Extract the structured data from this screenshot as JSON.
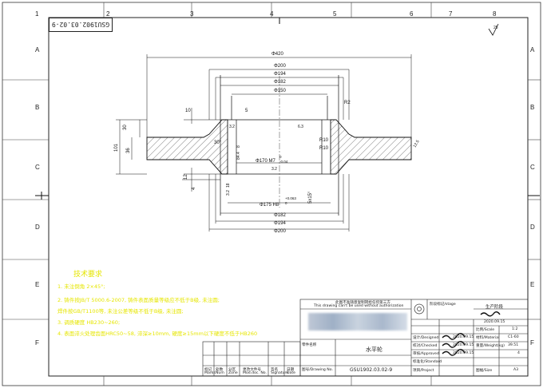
{
  "frame": {
    "col_numbers": [
      "1",
      "2",
      "3",
      "4",
      "5",
      "6",
      "7",
      "8"
    ],
    "row_letters": [
      "A",
      "B",
      "C",
      "D",
      "E",
      "F"
    ]
  },
  "drawing_code_box": "GSU1902.03.02-9",
  "dimensions": {
    "d420": "Φ420",
    "d200_top": "Φ200",
    "d194_top": "Φ194",
    "d182_top": "Φ182",
    "d150": "Φ150",
    "d170": "Φ170 M7",
    "d170_tol_up": "0",
    "d170_tol_low": "-0.04",
    "d175": "Φ175 H8",
    "d175_tol_up": "+0.063",
    "d175_tol_low": "0",
    "d182_bot": "Φ182",
    "d194_bot": "Φ194",
    "d200_bot": "Φ200",
    "v10": "10",
    "v5": "5",
    "v30": "30",
    "v36": "36",
    "v101": "101",
    "v12": "12",
    "v4": "4",
    "r2": "R2",
    "r10a": "R10",
    "r10b": "R10",
    "chamfer": "5x15°",
    "ang30": "30°",
    "ra63a": "6.3",
    "ra32a": "3.2",
    "ra32b": "3.2",
    "ra125": "12.5",
    "v8": "8",
    "v84": "84.4",
    "v3": "3.2",
    "v18": "18"
  },
  "tech_requirements": {
    "title": "技术要求",
    "items": [
      "1. 未注倒角 2×45°;",
      "2. 铸件按JB/T 5000.6-2007, 铸件表面质量等级应不低于B级, 未注圆;",
      "   焊件按GB/T1100等, 未注公差等级不低于B级, 未注圆;",
      "3. 调质硬度 HB230~260;",
      "4. 表面淬火处理齿面HRC50~58, 淬深≥10mm, 硬度≥15mm以下硬度不低于HB260"
    ]
  },
  "title_block": {
    "notice_cn": "此图不准随意复制转给任何第三方",
    "notice_en": "This drawing can't be used without authorization",
    "stage_label": "生产阶段",
    "stage_sub": "阶段标记/stage",
    "scale_label": "比例/Scale",
    "scale_value": "1:2",
    "material_label": "材料/Material",
    "material_value": "C1-60",
    "weight_label": "重量/Weight(kg)",
    "weight_value": "39.51",
    "quantity_value": "4",
    "sheet_label": "图幅/Size",
    "sheet_value": "A3",
    "date1": "2020.09.15",
    "date2": "2020.09.15",
    "date3": "2020.09.15",
    "date4": "2020.09.15",
    "part_name_label": "零件名称",
    "part_name": "水平轮",
    "drawing_no_label": "图号/Drawing No.",
    "drawing_no": "GSU1902.03.02-9",
    "project_label": "项目/Project",
    "designer_label": "设计/Designed",
    "checker_label": "校对/Checked",
    "approver_label": "审核/Approved",
    "standard_label": "标准化/Standard",
    "rev_headers": [
      "标记",
      "处数",
      "分区",
      "更改文件号",
      "签名",
      "日期"
    ],
    "rev_headers_en": [
      "Marks",
      "Num",
      "Zone",
      "Mod.doc. No.",
      "Signature",
      "Date"
    ]
  },
  "roughness_symbol": "25"
}
